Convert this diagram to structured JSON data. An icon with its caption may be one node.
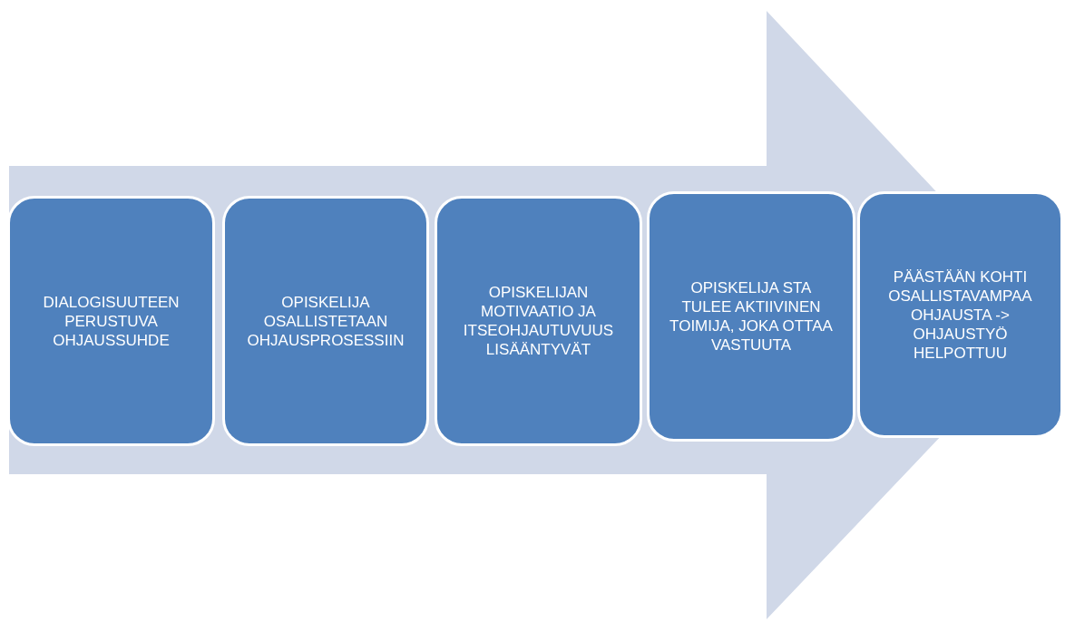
{
  "diagram": {
    "nodes": [
      {
        "text": [
          "DIALOGISUUTEEN PERUSTUVA OHJAUSSUHDE"
        ]
      },
      {
        "text": [
          "OPISKELIJA OSALLISTETAAN OHJAUSPROSESSIIN"
        ]
      },
      {
        "text": [
          "OPISKELIJAN MOTIVAATIO JA ITSEOHJAUTUVUUS LISÄÄNTYVÄT"
        ]
      },
      {
        "text": [
          "OPISKELIJA STA TULEE AKTIIVINEN TOIMIJA, JOKA OTTAA VASTUUTA"
        ]
      },
      {
        "text": [
          "PÄÄSTÄÄN KOHTI OSALLISTAVAMPAA OHJAUSTA -> OHJAUSTYÖ HELPOTTUU"
        ]
      }
    ],
    "edges": [
      {
        "from": 0,
        "to": 4,
        "arrow": "to"
      }
    ]
  }
}
